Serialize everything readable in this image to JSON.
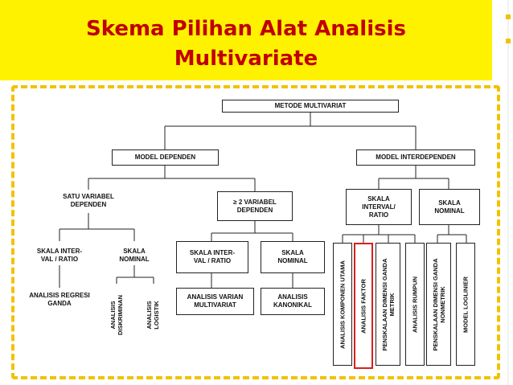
{
  "title": "Skema Pilihan Alat Analisis\nMultivariate",
  "colors": {
    "banner": "#fff200",
    "title": "#c00000",
    "frame": "#f2c200",
    "highlight": "#d62020"
  },
  "nodes": {
    "root": "METODE MULTIVARIAT",
    "dependen": "MODEL DEPENDEN",
    "interdependen": "MODEL INTERDEPENDEN",
    "satu_variabel": "SATU VARIABEL\nDEPENDEN",
    "dua_variabel": "≥ 2 VARIABEL\nDEPENDEN",
    "skala_interval_1": "SKALA INTER-\nVAL / RATIO",
    "skala_nominal_1": "SKALA\nNOMINAL",
    "regresi": "ANALISIS REGRESI\nGANDA",
    "diskriminan": "ANALISIS\nDISKRIMINAN",
    "logistik": "ANALISIS\nLOGISTIK",
    "skala_interval_2": "SKALA INTER-\nVAL / RATIO",
    "skala_nominal_2": "SKALA\nNOMINAL",
    "varian": "ANALISIS VARIAN\nMULTIVARIAT",
    "kanonikal": "ANALISIS\nKANONIKAL",
    "skala_interval_3": "SKALA\nINTERVAL/\nRATIO",
    "skala_nominal_3": "SKALA\nNOMINAL",
    "komponen": "ANALISIS KOMPONEN UTAMA",
    "faktor": "ANALISIS FAKTOR",
    "penskalaan_metrik": "PENSKALAAN DIMENSI GANDA\nMETRIK",
    "rumpun": "ANALISIS RUMPUN",
    "penskalaan_nonmetrik": "PENSKALAAN DIMENSI GANDA\nNONMETRIK",
    "loglinier": "MODEL LOGLINIER"
  }
}
